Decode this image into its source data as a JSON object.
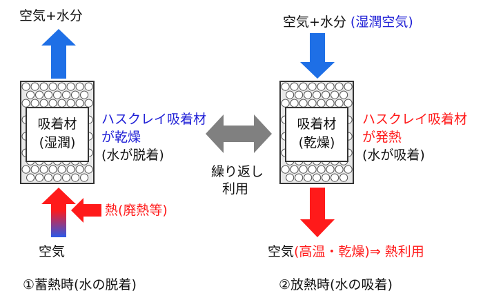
{
  "left": {
    "top_label": "空気+水分",
    "material_line1": "吸着材",
    "material_line2": "(湿潤)",
    "desc_line1": "ハスクレイ吸着材",
    "desc_line2": "が乾燥",
    "desc_line3": "(水が脱着)",
    "heat_label": "熱(廃熱等)",
    "bottom_label": "空気",
    "caption": "①蓄熱時(水の脱着)"
  },
  "middle": {
    "label_line1": "繰り返し",
    "label_line2": "利用"
  },
  "right": {
    "top_label": "空気+水分",
    "top_label_note": "(湿潤空気)",
    "material_line1": "吸着材",
    "material_line2": "(乾燥)",
    "desc_line1": "ハスクレイ吸着材",
    "desc_line2": "が発熱",
    "desc_line3": "(水が吸着)",
    "bottom_prefix": "空気",
    "bottom_note": "(高温・乾燥)⇒ 熱利用",
    "caption": "②放熱時(水の吸着)"
  },
  "colors": {
    "blue_arrow": "#1e6fe6",
    "red_arrow": "#ff1a1a",
    "gray_arrow": "#808080",
    "blue_text": "#1f1fd6",
    "red_text": "#ff1a1a"
  }
}
